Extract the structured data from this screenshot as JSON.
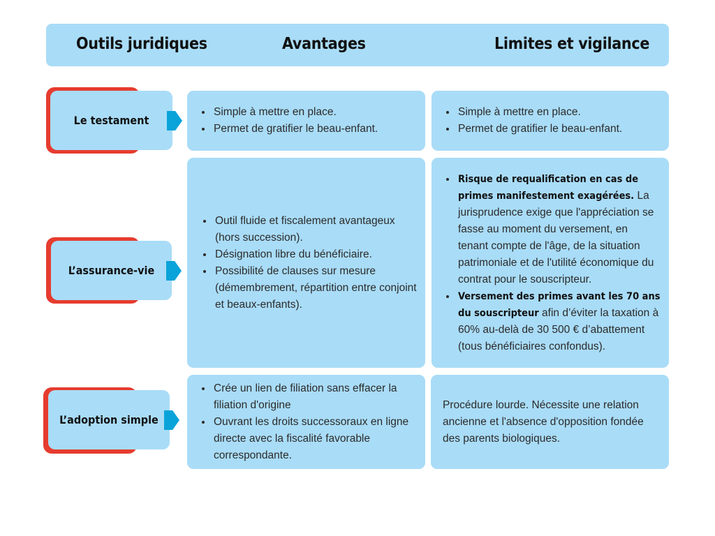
{
  "header": {
    "col1": "Outils juridiques",
    "col2": "Avantages",
    "col3": "Limites et vigilance"
  },
  "rows": [
    {
      "tool": "Le testament",
      "advantages": [
        "Simple à mettre en place.",
        "Permet de gratifier le beau-enfant."
      ],
      "limits": [
        "Simple à mettre en place.",
        "Permet de gratifier le beau-enfant."
      ]
    },
    {
      "tool": "L’assurance-vie",
      "advantages": [
        "Outil fluide et fiscalement avantageux (hors succession).",
        "Désignation libre du bénéficiaire.",
        "Possibilité de clauses sur mesure (démembrement, répartition entre conjoint et beaux-enfants)."
      ],
      "limits": [
        {
          "bold": "Risque de requalification en cas de primes manifestement exagérées.",
          "text": " La jurisprudence exige que l'appréciation se fasse au moment du versement, en tenant compte de l'âge, de la situation patrimoniale et de l'utilité économique du contrat pour le souscripteur."
        },
        {
          "bold": "Versement des primes avant les 70 ans du souscripteur",
          "text": " afin d’éviter la taxation à 60% au-delà de 30 500 € d’abattement (tous bénéficiaires confondus)."
        }
      ]
    },
    {
      "tool": "L’adoption simple",
      "advantages": [
        "Crée un lien de filiation sans effacer la filiation d'origine",
        "Ouvrant les droits successoraux en ligne directe avec la fiscalité favorable correspondante."
      ],
      "limits_text": "Procédure lourde. Nécessite une relation ancienne et l'absence d'opposition fondée des parents biologiques."
    }
  ]
}
